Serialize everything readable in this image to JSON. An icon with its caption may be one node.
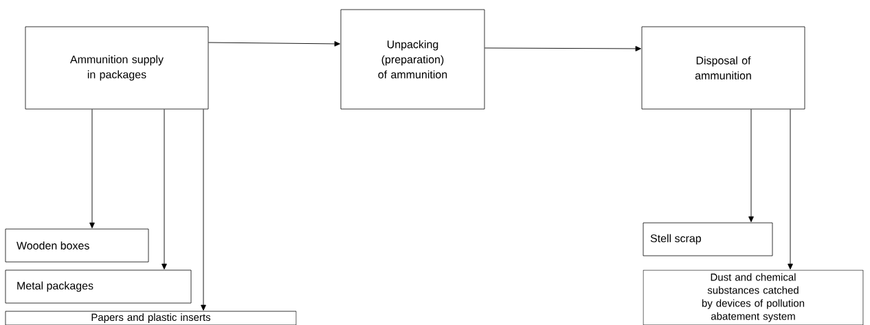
{
  "diagram": {
    "nodes": [
      {
        "text": [
          "Ammunition supply in packages"
        ]
      },
      {
        "text": [
          "Unpacking (preparation) of ammunition"
        ]
      },
      {
        "text": [
          "Disposal of ammunition"
        ]
      },
      {
        "text": [
          "Wooden boxes"
        ]
      },
      {
        "text": [
          "Metal packages"
        ]
      },
      {
        "text": [
          "Papers and plastic inserts"
        ]
      },
      {
        "text": [
          "Stell scrap"
        ]
      },
      {
        "text": [
          "Dust and chemical substances catched by devices of pollution abatement system"
        ]
      }
    ],
    "edges": [
      {
        "from": 0,
        "to": 1,
        "arrow": "to"
      },
      {
        "from": 1,
        "to": 2,
        "arrow": "to"
      },
      {
        "from": 0,
        "to": 3,
        "arrow": "to"
      },
      {
        "from": 0,
        "to": 4,
        "arrow": "to"
      },
      {
        "from": 0,
        "to": 5,
        "arrow": "to"
      },
      {
        "from": 2,
        "to": 6,
        "arrow": "to"
      },
      {
        "from": 2,
        "to": 7,
        "arrow": "to"
      }
    ]
  }
}
